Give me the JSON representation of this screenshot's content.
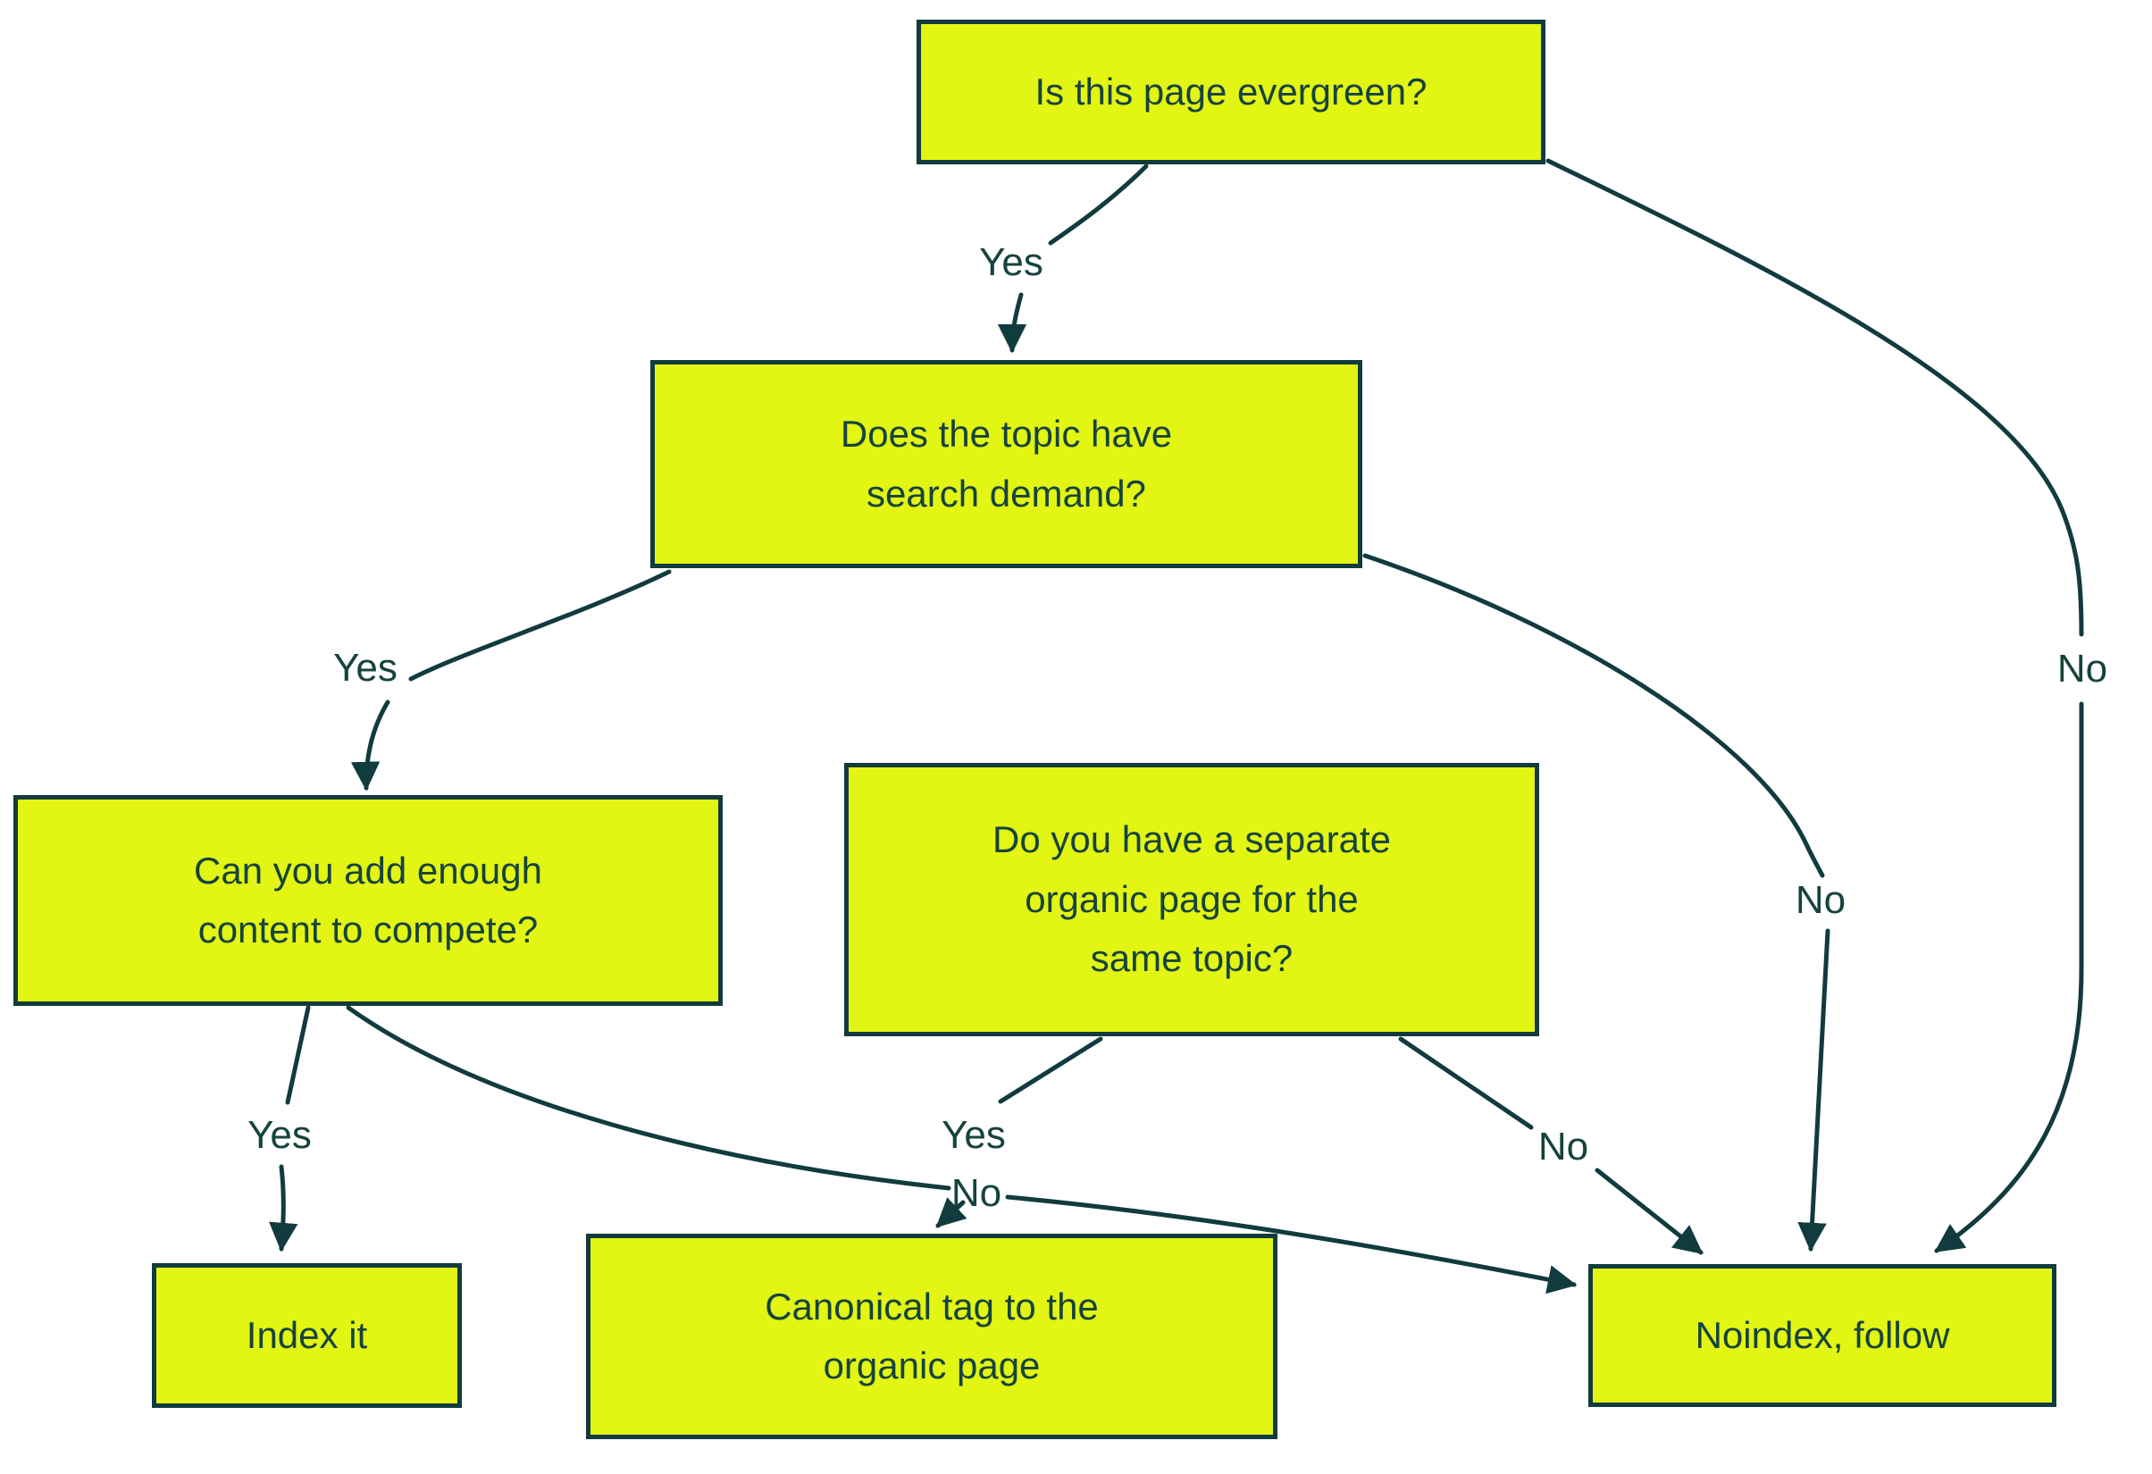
{
  "diagram": {
    "type": "flowchart",
    "background_color": "#ffffff",
    "node_fill_color": "#e2f513",
    "node_border_color": "#113b3e",
    "line_color": "#113b3e",
    "text_color": "#16433e",
    "nodes": {
      "evergreen": {
        "label": "Is this page evergreen?"
      },
      "search_demand": {
        "label": "Does the topic have\nsearch demand?"
      },
      "add_content": {
        "label": "Can you add enough\ncontent to compete?"
      },
      "separate_organic": {
        "label": "Do you have a separate\norganic page for the\nsame topic?"
      },
      "index_it": {
        "label": "Index it"
      },
      "canonical": {
        "label": "Canonical tag to the\norganic page"
      },
      "noindex": {
        "label": "Noindex, follow"
      }
    },
    "edge_labels": {
      "evergreen_yes": "Yes",
      "evergreen_no": "No",
      "search_demand_yes": "Yes",
      "search_demand_no": "No",
      "add_content_yes": "Yes",
      "add_content_no": "No",
      "separate_organic_yes": "Yes",
      "separate_organic_no": "No"
    },
    "edges": [
      {
        "from": "evergreen",
        "label": "Yes",
        "to": "search_demand"
      },
      {
        "from": "evergreen",
        "label": "No",
        "to": "noindex"
      },
      {
        "from": "search_demand",
        "label": "Yes",
        "to": "add_content"
      },
      {
        "from": "search_demand",
        "label": "No",
        "to": "noindex"
      },
      {
        "from": "add_content",
        "label": "Yes",
        "to": "index_it"
      },
      {
        "from": "add_content",
        "label": "No",
        "to": "noindex"
      },
      {
        "from": "separate_organic",
        "label": "Yes",
        "to": "canonical"
      },
      {
        "from": "separate_organic",
        "label": "No",
        "to": "noindex"
      }
    ]
  }
}
